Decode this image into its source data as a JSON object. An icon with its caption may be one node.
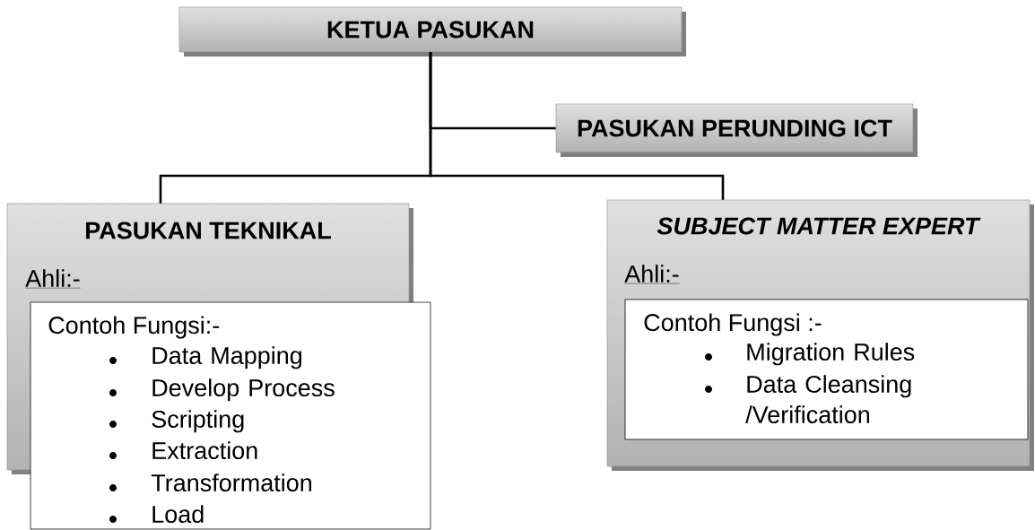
{
  "diagram": {
    "nodes": [
      {
        "text": [
          "KETUA PASUKAN"
        ]
      },
      {
        "text": [
          "PASUKAN PERUNDING ICT"
        ]
      },
      {
        "text": [
          "PASUKAN TEKNIKAL",
          "Ahli:-"
        ]
      },
      {
        "text": [
          "Contoh Fungsi:-",
          "Data Mapping",
          "Develop Process",
          "Scripting",
          "Extraction",
          "Transformation",
          "Load"
        ]
      },
      {
        "text": [
          "SUBJECT MATTER EXPERT",
          "Ahli:-"
        ]
      },
      {
        "text": [
          "Contoh Fungsi :-",
          "Migration Rules",
          "Data Cleansing /Verification"
        ],
        "in": 4
      }
    ],
    "edges": [
      {
        "from": 0,
        "to": 1,
        "arrow": "none"
      },
      {
        "from": 0,
        "to": 2,
        "arrow": "none"
      },
      {
        "from": 0,
        "to": 4,
        "arrow": "none"
      }
    ]
  }
}
